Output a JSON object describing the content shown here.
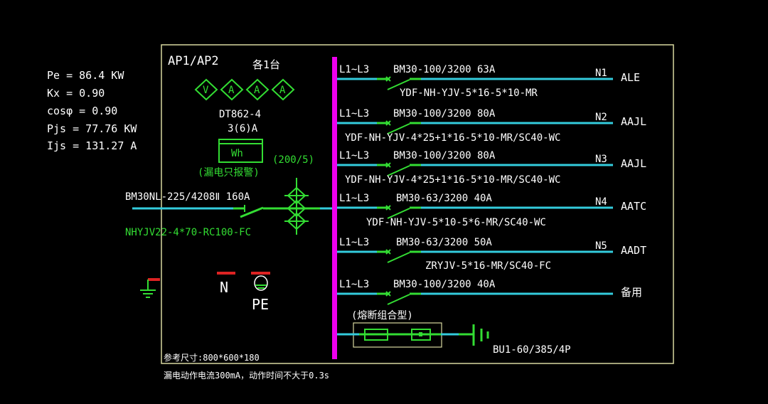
{
  "params": [
    "Pe = 86.4 KW",
    "Kx = 0.90",
    "cosφ = 0.90",
    "Pjs = 77.76 KW",
    "Ijs = 131.27 A"
  ],
  "panel": {
    "name": "AP1/AP2",
    "quantity": "各1台",
    "meters": [
      "V",
      "A",
      "A",
      "A"
    ],
    "energy_meter_model": "DT862-4",
    "energy_meter_rating": "3(6)A",
    "energy_meter_label": "Wh",
    "ct_ratio": "(200/5)",
    "leakage_note": "(漏电只报警)",
    "incoming_breaker": "BM30NL-225/4208Ⅱ 160A",
    "incoming_cable": "NHYJV22-4*70-RC100-FC",
    "n_label": "N",
    "pe_label": "PE",
    "size_note": "参考尺寸:800*600*180",
    "bottom_note": "漏电动作电流300mA，动作时间不大于0.3s"
  },
  "circuits": [
    {
      "phase": "L1~L3",
      "breaker": "BM30-100/3200 63A",
      "cable": "YDF-NH-YJV-5*16-5*10-MR",
      "id": "N1",
      "dest": "ALE"
    },
    {
      "phase": "L1~L3",
      "breaker": "BM30-100/3200 80A",
      "cable": "YDF-NH-YJV-4*25+1*16-5*10-MR/SC40-WC",
      "id": "N2",
      "dest": "AAJL"
    },
    {
      "phase": "L1~L3",
      "breaker": "BM30-100/3200 80A",
      "cable": "YDF-NH-YJV-4*25+1*16-5*10-MR/SC40-WC",
      "id": "N3",
      "dest": "AAJL"
    },
    {
      "phase": "L1~L3",
      "breaker": "BM30-63/3200 40A",
      "cable": "YDF-NH-YJV-5*10-5*6-MR/SC40-WC",
      "id": "N4",
      "dest": "AATC"
    },
    {
      "phase": "L1~L3",
      "breaker": "BM30-63/3200 50A",
      "cable": "ZRYJV-5*16-MR/SC40-FC",
      "id": "N5",
      "dest": "AADT"
    },
    {
      "phase": "L1~L3",
      "breaker": "BM30-100/3200 40A",
      "cable": "",
      "id": "",
      "dest": "备用"
    }
  ],
  "spd": {
    "type_note": "(熔断组合型)",
    "model": "BU1-60/385/4P"
  },
  "colors": {
    "bus": "#ee00ee",
    "line": "#33ccdd",
    "device": "#33dd33",
    "frame": "#d8d8a0",
    "marker": "#dd2222"
  }
}
